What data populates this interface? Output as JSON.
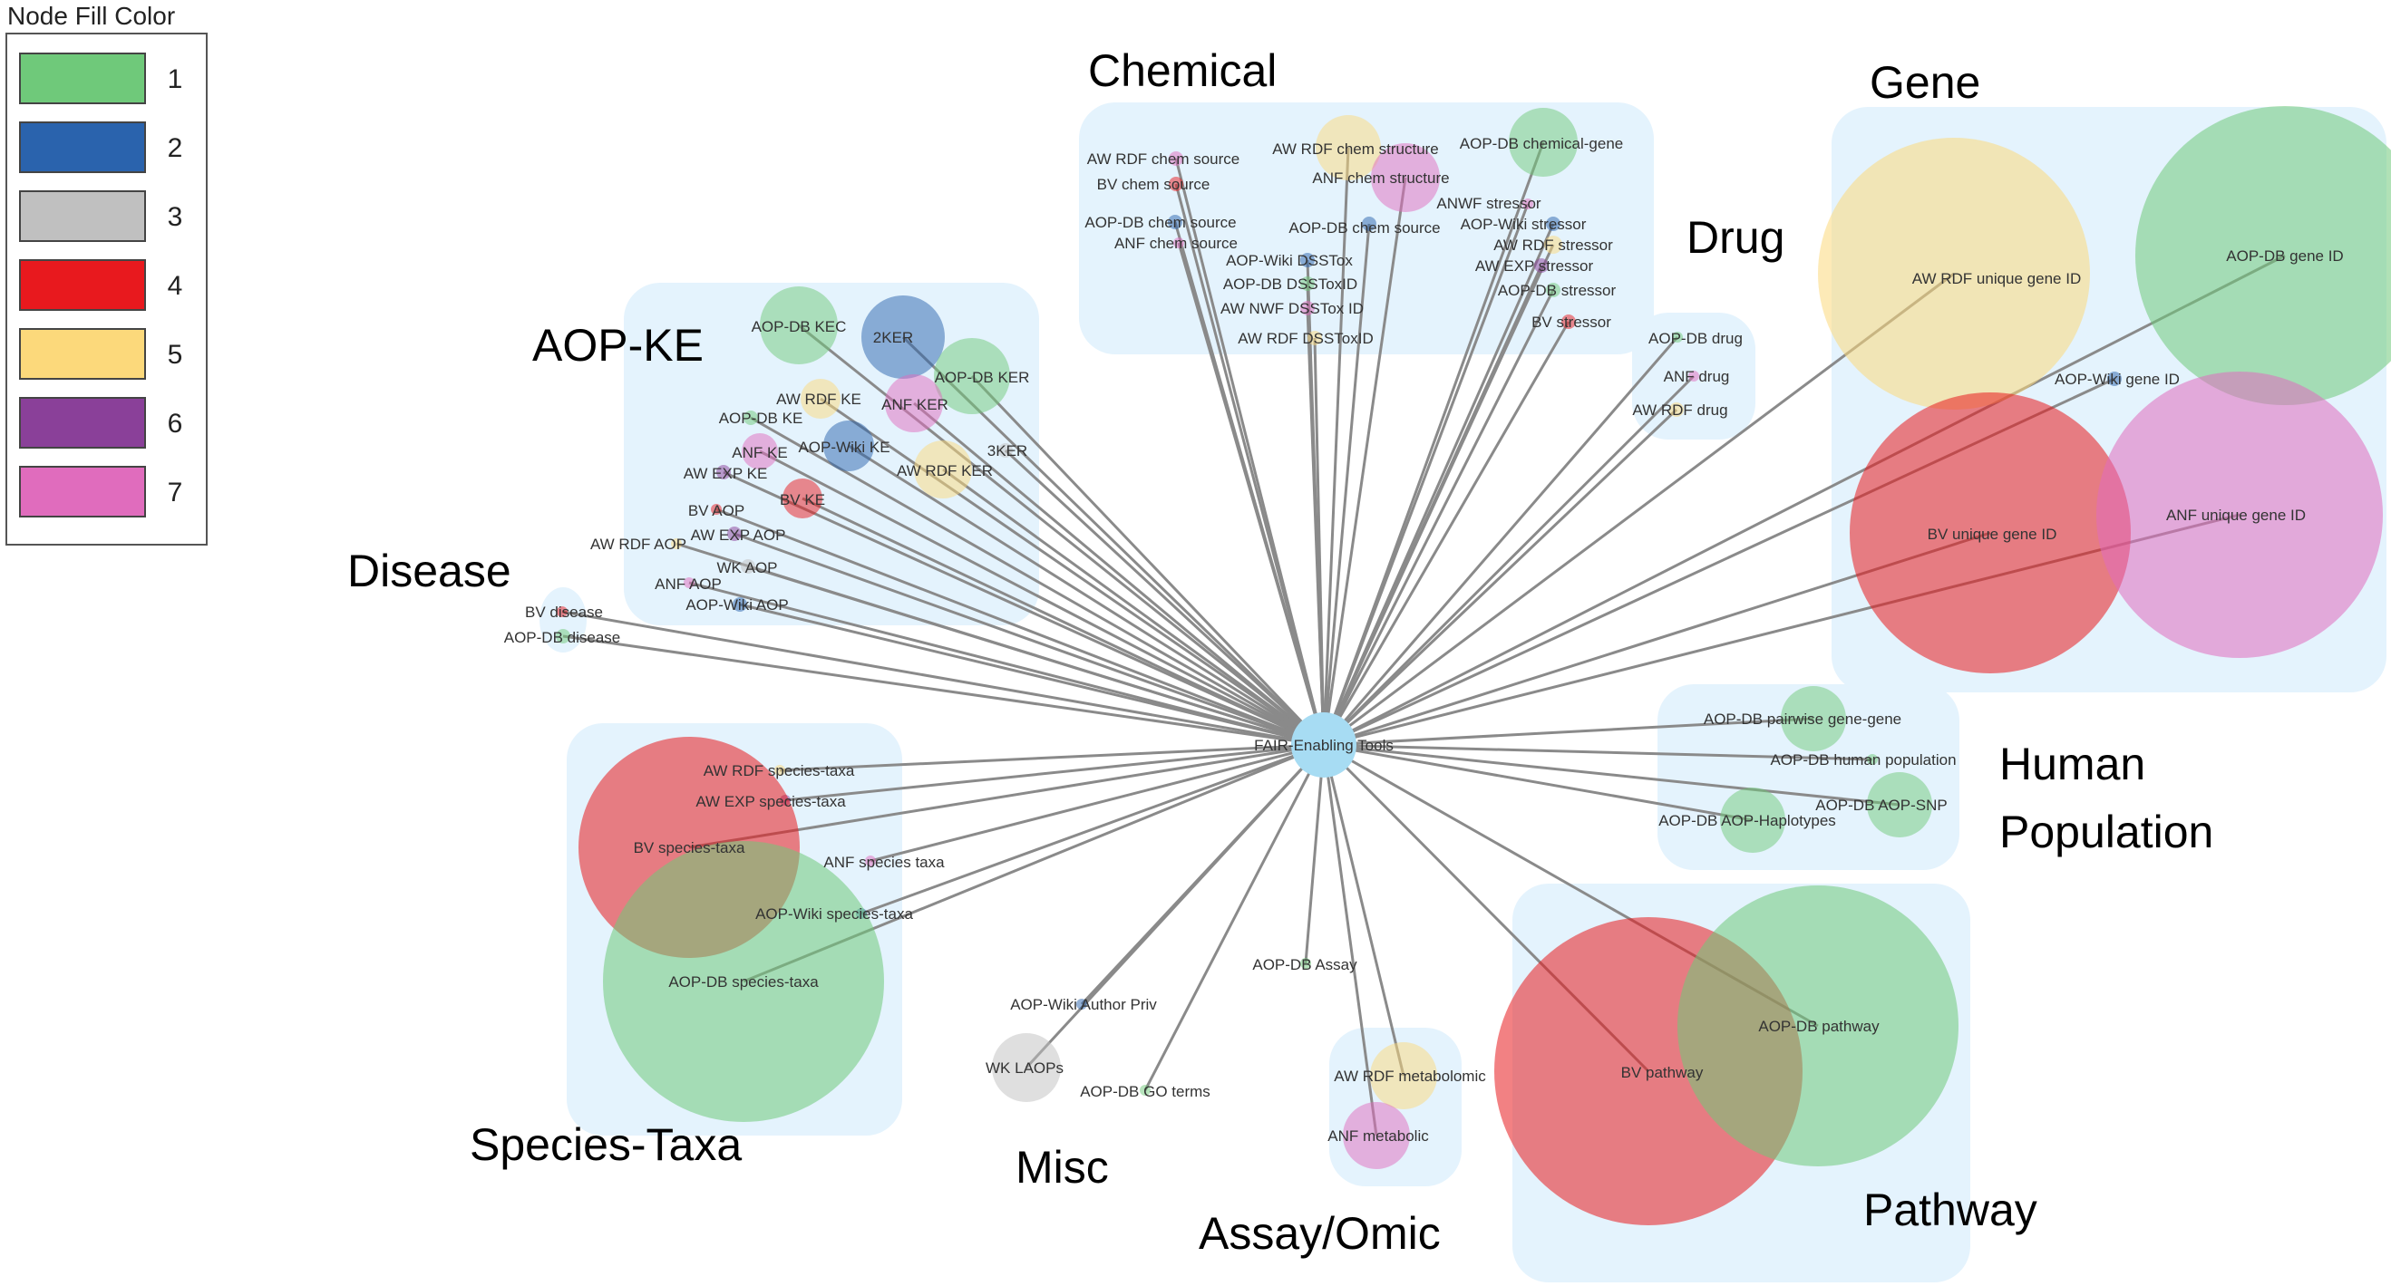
{
  "legend": {
    "title": "Node Fill Color",
    "items": [
      {
        "label": "1",
        "color": "#6fc97a"
      },
      {
        "label": "2",
        "color": "#2a63ad"
      },
      {
        "label": "3",
        "color": "#c0c0c0"
      },
      {
        "label": "4",
        "color": "#e8191e"
      },
      {
        "label": "5",
        "color": "#fcd97b"
      },
      {
        "label": "6",
        "color": "#8a4099"
      },
      {
        "label": "7",
        "color": "#e06cbd"
      }
    ]
  },
  "hub": {
    "label": "FAIR-Enabling Tools",
    "color": "#a7dcf3"
  },
  "groups": [
    {
      "id": "chemical",
      "label": "Chemical"
    },
    {
      "id": "gene",
      "label": "Gene"
    },
    {
      "id": "aopke",
      "label": "AOP-KE"
    },
    {
      "id": "drug",
      "label": "Drug"
    },
    {
      "id": "disease",
      "label": "Disease"
    },
    {
      "id": "species",
      "label": "Species-Taxa"
    },
    {
      "id": "human",
      "label": "Human\nPopulation"
    },
    {
      "id": "pathway",
      "label": "Pathway"
    },
    {
      "id": "misc",
      "label": "Misc"
    },
    {
      "id": "assay",
      "label": "Assay/Omic"
    }
  ],
  "nodes": [
    {
      "label": "AW RDF chem structure",
      "color": 5
    },
    {
      "label": "AOP-DB chemical-gene",
      "color": 1
    },
    {
      "label": "AW RDF chem source",
      "color": 7
    },
    {
      "label": "ANF chem structure",
      "color": 7
    },
    {
      "label": "BV chem source",
      "color": 4
    },
    {
      "label": "ANWF stressor",
      "color": 7
    },
    {
      "label": "AOP-DB chem source",
      "color": 2
    },
    {
      "label": "AOP-Wiki stressor",
      "color": 2
    },
    {
      "label": "AOP-DB chem source",
      "color": 2
    },
    {
      "label": "ANF chem source",
      "color": 7
    },
    {
      "label": "AW RDF stressor",
      "color": 5
    },
    {
      "label": "AOP-Wiki DSSTox",
      "color": 2
    },
    {
      "label": "AW EXP stressor",
      "color": 6
    },
    {
      "label": "AOP-DB DSSToxID",
      "color": 1
    },
    {
      "label": "AOP-DB stressor",
      "color": 1
    },
    {
      "label": "AW NWF DSSTox ID",
      "color": 7
    },
    {
      "label": "BV stressor",
      "color": 4
    },
    {
      "label": "AW RDF DSSToxID",
      "color": 5
    },
    {
      "label": "AOP-DB drug",
      "color": 1
    },
    {
      "label": "ANF drug",
      "color": 7
    },
    {
      "label": "AW RDF drug",
      "color": 5
    },
    {
      "label": "AW RDF unique gene ID",
      "color": 5
    },
    {
      "label": "AOP-DB gene ID",
      "color": 1
    },
    {
      "label": "AOP-Wiki gene ID",
      "color": 2
    },
    {
      "label": "BV unique gene ID",
      "color": 4
    },
    {
      "label": "ANF unique gene ID",
      "color": 7
    },
    {
      "label": "AOP-DB KEC",
      "color": 1
    },
    {
      "label": "2KER",
      "color": 2
    },
    {
      "label": "AOP-DB KER",
      "color": 1
    },
    {
      "label": "AW RDF KE",
      "color": 5
    },
    {
      "label": "ANF KER",
      "color": 7
    },
    {
      "label": "AOP-DB KE",
      "color": 1
    },
    {
      "label": "ANF KE",
      "color": 7
    },
    {
      "label": "AOP-Wiki KE",
      "color": 2
    },
    {
      "label": "3KER",
      "color": 3
    },
    {
      "label": "AW EXP KE",
      "color": 6
    },
    {
      "label": "AW RDF KER",
      "color": 5
    },
    {
      "label": "BV KE",
      "color": 4
    },
    {
      "label": "BV AOP",
      "color": 4
    },
    {
      "label": "AW RDF AOP",
      "color": 5
    },
    {
      "label": "AW EXP AOP",
      "color": 6
    },
    {
      "label": "WK AOP",
      "color": 3
    },
    {
      "label": "ANF AOP",
      "color": 7
    },
    {
      "label": "AOP-Wiki AOP",
      "color": 2
    },
    {
      "label": "BV disease",
      "color": 4
    },
    {
      "label": "AOP-DB disease",
      "color": 1
    },
    {
      "label": "AW RDF species-taxa",
      "color": 5
    },
    {
      "label": "AW EXP species-taxa",
      "color": 6
    },
    {
      "label": "BV species-taxa",
      "color": 4
    },
    {
      "label": "ANF species taxa",
      "color": 7
    },
    {
      "label": "AOP-Wiki species-taxa",
      "color": 2
    },
    {
      "label": "AOP-DB species-taxa",
      "color": 1
    },
    {
      "label": "AOP-DB pairwise gene-gene",
      "color": 1
    },
    {
      "label": "AOP-DB human population",
      "color": 1
    },
    {
      "label": "AOP-DB AOP-SNP",
      "color": 1
    },
    {
      "label": "AOP-DB AOP-Haplotypes",
      "color": 1
    },
    {
      "label": "AOP-DB Assay",
      "color": 1
    },
    {
      "label": "AOP-Wiki Author Priv",
      "color": 2
    },
    {
      "label": "WK LAOPs",
      "color": 3
    },
    {
      "label": "AOP-DB GO terms",
      "color": 1
    },
    {
      "label": "AW RDF metabolomic",
      "color": 5
    },
    {
      "label": "ANF metabolic",
      "color": 7
    },
    {
      "label": "BV pathway",
      "color": 4
    },
    {
      "label": "AOP-DB pathway",
      "color": 1
    }
  ]
}
